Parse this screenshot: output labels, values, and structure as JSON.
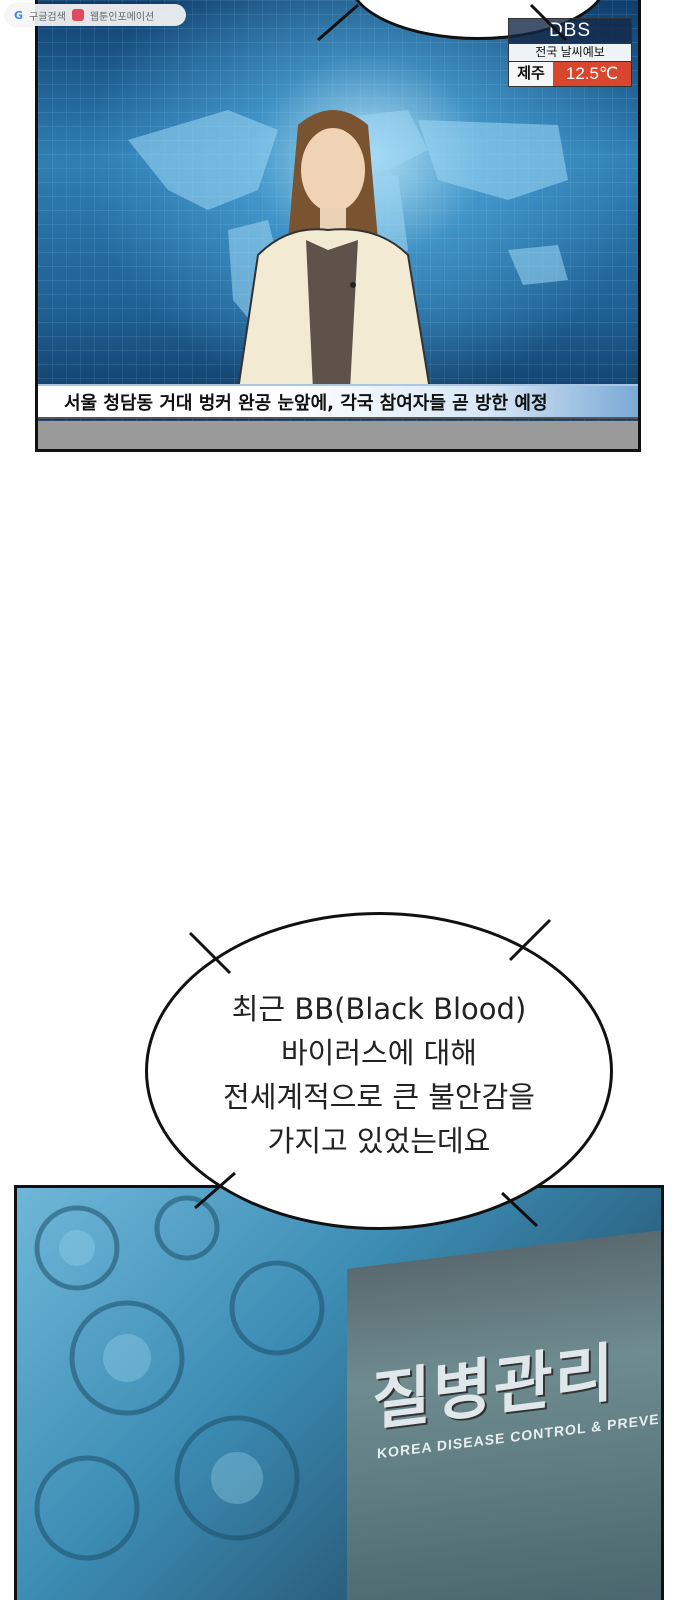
{
  "app_chip": {
    "google_label": "구글검색",
    "webtoon_label": "웹툰인포메이션"
  },
  "news": {
    "channel": "DBS",
    "weather_title": "전국 날씨예보",
    "city": "제주",
    "temperature": "12.5℃",
    "ticker": "서울 청담동 거대 벙커 완공 눈앞에, 각국 참여자들 곧 방한 예정"
  },
  "speech": {
    "lines": [
      "최근 BB(Black Blood)",
      "바이러스에 대해",
      "전세계적으로 큰 불안감을",
      "가지고 있었는데요"
    ]
  },
  "building_sign": {
    "title": "질병관리",
    "subtitle": "KOREA DISEASE CONTROL & PREVE"
  },
  "colors": {
    "temp_bg": "#d8462d",
    "screen_blue": "#2f7fb5"
  }
}
